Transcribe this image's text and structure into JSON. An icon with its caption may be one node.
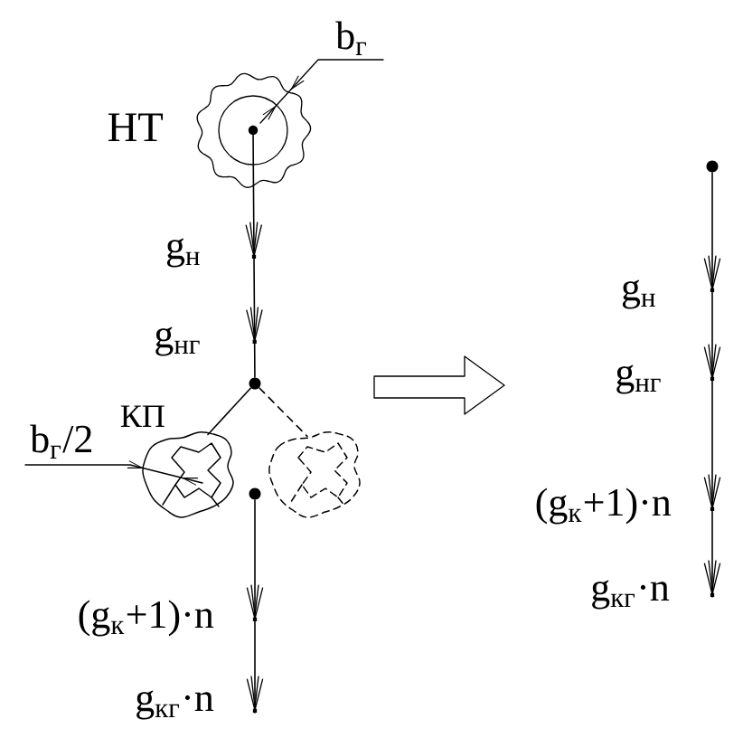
{
  "diagram": {
    "nodes": [
      {
        "text": [],
        "shape": "circle",
        "beside": [
          "НТ"
        ]
      },
      {
        "text": [],
        "shape": "dot"
      },
      {
        "text": [],
        "shape": "picture",
        "beside": [
          "КП"
        ]
      },
      {
        "text": [],
        "shape": "picture"
      },
      {
        "text": [],
        "shape": "dot"
      },
      {
        "text": [],
        "shape": "dot"
      }
    ],
    "edges": [
      {
        "from": 0,
        "to": 1,
        "arrow": "to"
      },
      {
        "from": 1,
        "to": 2,
        "arrow": "none"
      },
      {
        "from": 1,
        "to": 3,
        "arrow": "none",
        "style": "dashed"
      },
      {
        "from": 4,
        "to": null,
        "arrow": "to"
      },
      {
        "from": 5,
        "to": null,
        "arrow": "to"
      }
    ],
    "labels": [
      "b$_{г}$",
      "g$_{н}$",
      "g$_{нг}$",
      "b$_{г}$/2",
      "(g$_{к}$+1)·n",
      "g$_{кг}$·n",
      "g$_{н}$",
      "g$_{нг}$",
      "(g$_{к}$+1)·n",
      "g$_{кг}$·n"
    ]
  }
}
